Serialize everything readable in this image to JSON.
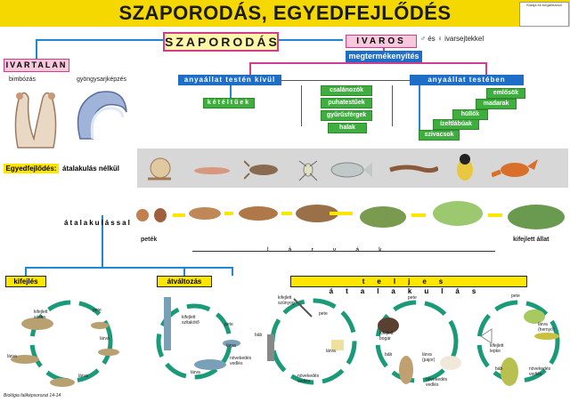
{
  "title": "SZAPORODÁS, EGYEDFEJLŐDÉS",
  "publisher": "Kiadja és forgalmazza",
  "szaporodas": "SZAPORODÁS",
  "ivaros": "IVAROS",
  "sexual_note": "♂ és ♀ ivarsejtekkel",
  "ivartalan": "IVARTALAN",
  "ivartalan_types": [
    "bimbózás",
    "gyöngysarjképzés"
  ],
  "megtermekenyites": "megtermékenyítés",
  "kivul": "anyaállat testén kívül",
  "belul": "anyaállat testében",
  "kivul_groups": [
    "kétéltűek"
  ],
  "middle_groups": [
    "csalánozók",
    "puhatestűek",
    "gyűrűsférgek",
    "halak"
  ],
  "belul_groups": [
    "emlősök",
    "madarak",
    "hüllők",
    "ízeltlábúak",
    "szivacsok"
  ],
  "egyedfejlodes": "Egyedfejlődés:",
  "egyed_sub": "átalakulás nélkül",
  "atalakulassal": "átalakulással",
  "petek": "peték",
  "larvak": "lárvák",
  "kifejlett_allat": "kifejlett állat",
  "kifejles": "kifejlés",
  "atvaltozas": "átváltozás",
  "teljes": "teljes átalakulás",
  "cycle1": {
    "adult": "kifejlett sáska",
    "egg": "pete",
    "l1": "lárva",
    "l2": "lárva",
    "l3": "lárva"
  },
  "cycle2": {
    "adult": "kifejlett szitakötő",
    "egg": "pete",
    "l1": "lárva",
    "l2": "lárva",
    "growth": "növekedés vedlés"
  },
  "cycle3": {
    "adult": "kifejlett szúnyog",
    "egg": "pete",
    "bab": "báb",
    "larva": "lárva",
    "growth": "növekedés vedlés"
  },
  "cycle4": {
    "adult": "kifejlett bogár",
    "egg": "pete",
    "bab": "báb",
    "larva": "lárva (pajor)",
    "growth": "növekedés vedlés"
  },
  "cycle5": {
    "adult": "kifejlett lepke",
    "egg": "pete",
    "bab": "báb",
    "larva": "lárva (hernyó)",
    "growth": "növekedés vedlés"
  },
  "footer": "Biológia faliképsorozat 14-14",
  "colors": {
    "yellow": "#f5d800",
    "blue": "#1e6ec8",
    "green": "#3fae3f",
    "pink": "#d23c8c",
    "cycle": "#1a9a78"
  }
}
